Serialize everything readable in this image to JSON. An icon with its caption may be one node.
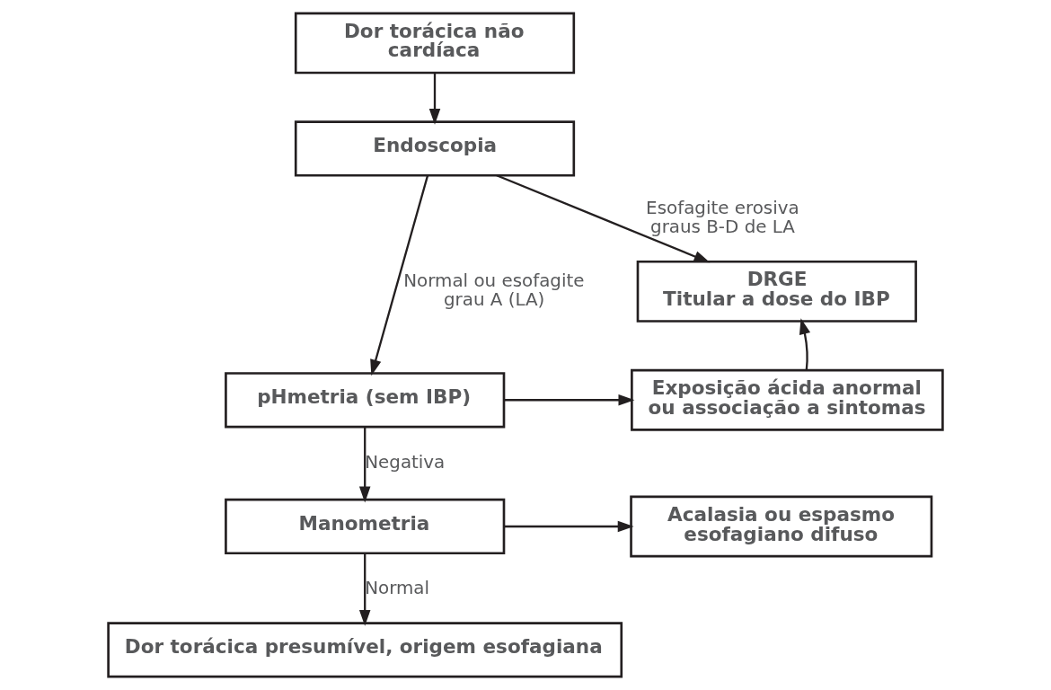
{
  "diagram": {
    "nodes": [
      {
        "text": [
          "Dor torácica não cardíaca"
        ]
      },
      {
        "text": [
          "Endoscopia"
        ]
      },
      {
        "text": [
          "DRGE",
          "Titular a dose do IBP"
        ]
      },
      {
        "text": [
          "pHmetria (sem IBP)"
        ]
      },
      {
        "text": [
          "Exposição ácida anormal ou associação a sintomas"
        ]
      },
      {
        "text": [
          "Acalasia ou espasmo esofagiano difuso"
        ]
      },
      {
        "text": [
          "Manometria"
        ]
      },
      {
        "text": [
          "Dor torácica presumível, origem esofagiana"
        ]
      }
    ],
    "edges": [
      {
        "from": 0,
        "to": 1,
        "arrow": "to"
      },
      {
        "from": 1,
        "to": 2,
        "arrow": "to",
        "label": "Esofagite erosiva graus B-D de LA"
      },
      {
        "from": 1,
        "to": 3,
        "arrow": "to",
        "label": "Normal ou esofagite grau A (LA)"
      },
      {
        "from": 3,
        "to": 4,
        "arrow": "to"
      },
      {
        "from": 4,
        "to": 2,
        "arrow": "to"
      },
      {
        "from": 3,
        "to": 6,
        "arrow": "to",
        "label": "Negativa"
      },
      {
        "from": 6,
        "to": 5,
        "arrow": "to"
      },
      {
        "from": 6,
        "to": 7,
        "arrow": "to",
        "label": "Normal"
      }
    ]
  }
}
